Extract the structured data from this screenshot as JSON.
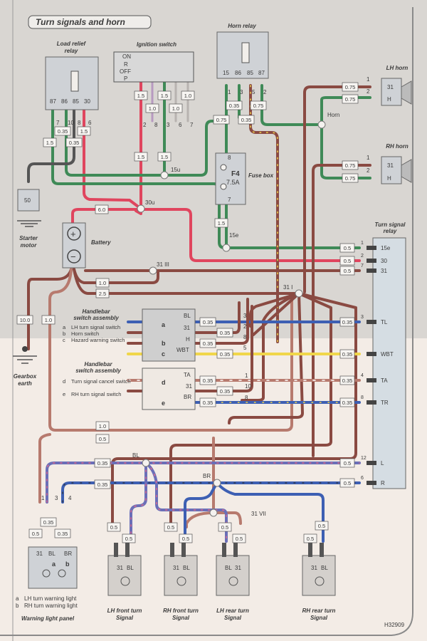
{
  "title": "Turn signals and horn",
  "figure_id": "H32909",
  "colors": {
    "red": "#e0455e",
    "green": "#3f8a57",
    "brown": "#8a4a42",
    "lightbrown": "#b77a6e",
    "blue": "#3d5fb3",
    "violet": "#b79ac0",
    "grey": "#b8b3b0",
    "yellow": "#f0d64a",
    "pink_dot": "#e06a8a"
  },
  "components": {
    "load_relief_relay": {
      "label": "Load relief relay",
      "terminals": [
        "87",
        "86",
        "85",
        "30"
      ],
      "pins": [
        "7",
        "10",
        "8",
        "6"
      ]
    },
    "ignition_switch": {
      "label": "Ignition switch",
      "positions": [
        "ON",
        "R",
        "OFF",
        "P"
      ],
      "pins": [
        "2",
        "8",
        "3",
        "6",
        "7"
      ]
    },
    "horn_relay": {
      "label": "Horn relay",
      "terminals": [
        "15",
        "86",
        "85",
        "87"
      ],
      "pins": [
        "1",
        "3",
        "5",
        "2"
      ]
    },
    "lh_horn": {
      "label": "LH horn",
      "pins": [
        "1",
        "2"
      ],
      "terminals": [
        "31",
        "H"
      ]
    },
    "rh_horn": {
      "label": "RH horn",
      "pins": [
        "1",
        "2"
      ],
      "terminals": [
        "31",
        "H"
      ]
    },
    "horn_junction": "Horn",
    "fuse_box": {
      "label": "Fuse box",
      "fuse": "F4",
      "rating": "7.5A",
      "pins": [
        "8",
        "7"
      ]
    },
    "starter_motor": {
      "label": "Starter motor",
      "terminal": "50"
    },
    "battery": {
      "label": "Battery",
      "plus": "+",
      "minus": "−"
    },
    "gearbox_earth": {
      "label": "Gearbox earth"
    },
    "turn_signal_relay": {
      "label": "Turn signal relay",
      "terminals": [
        {
          "pin": "1",
          "name": "15e",
          "gauge": "0.5"
        },
        {
          "pin": "2",
          "name": "30",
          "gauge": "0.5"
        },
        {
          "pin": "7",
          "name": "31",
          "gauge": "0.5"
        },
        {
          "pin": "3",
          "name": "TL",
          "gauge": "0.35"
        },
        {
          "pin": "",
          "name": "WBT",
          "gauge": "0.35"
        },
        {
          "pin": "4",
          "name": "TA",
          "gauge": "0.35"
        },
        {
          "pin": "8",
          "name": "TR",
          "gauge": "0.35"
        },
        {
          "pin": "12",
          "name": "L",
          "gauge": "0.5"
        },
        {
          "pin": "6",
          "name": "R",
          "gauge": "0.5"
        }
      ]
    },
    "handlebar_switch_1": {
      "label": "Handlebar switch assembly",
      "legend": [
        {
          "key": "a",
          "text": "LH turn signal switch"
        },
        {
          "key": "b",
          "text": "Horn switch"
        },
        {
          "key": "c",
          "text": "Hazard warning switch"
        }
      ],
      "terminals": [
        "BL",
        "31",
        "H",
        "WBT"
      ],
      "pins": [
        "3",
        "2",
        "8",
        "5"
      ]
    },
    "handlebar_switch_2": {
      "label": "Handlebar switch assembly",
      "legend": [
        {
          "key": "d",
          "text": "Turn signal cancel switch"
        },
        {
          "key": "e",
          "text": "RH turn signal switch"
        }
      ],
      "terminals": [
        "TA",
        "31",
        "BR"
      ],
      "pins": [
        "1",
        "10",
        "8"
      ]
    },
    "warning_light_panel": {
      "label": "Warning light panel",
      "pins": [
        "1",
        "3",
        "4"
      ],
      "terminals": [
        "31",
        "BL",
        "BR"
      ],
      "lamps": [
        "a",
        "b"
      ],
      "legend": [
        {
          "key": "a",
          "text": "LH turn warning light"
        },
        {
          "key": "b",
          "text": "RH turn warning light"
        }
      ]
    },
    "lh_front_turn": {
      "label": "LH front turn Signal",
      "terminals": [
        "31",
        "BL"
      ]
    },
    "rh_front_turn": {
      "label": "RH front turn Signal",
      "terminals": [
        "31",
        "BL"
      ]
    },
    "lh_rear_turn": {
      "label": "LH rear turn Signal",
      "terminals": [
        "BL",
        "31"
      ]
    },
    "rh_rear_turn": {
      "label": "RH rear turn Signal",
      "terminals": [
        "31",
        "BL"
      ]
    }
  },
  "junctions": [
    "15u",
    "30u",
    "15e",
    "31 III",
    "31 I",
    "31 VII",
    "BL",
    "BR",
    "Horn"
  ],
  "gauges": {
    "load_relief": [
      "1.5",
      "0.35",
      "0.35",
      "1.5"
    ],
    "ignition_upper": [
      "1.5",
      "1.0",
      "1.5",
      "1.0",
      "1.0"
    ],
    "ignition_lower": [
      "1.5",
      "1.5"
    ],
    "horn_relay": [
      "0.75",
      "0.35",
      "0.35",
      "0.75"
    ],
    "horns": [
      "0.75",
      "0.75",
      "0.75",
      "0.75"
    ],
    "fuse_out": "1.5",
    "battery_plus": "6.0",
    "battery_neg": [
      "1.0",
      "2.5",
      "10.0",
      "1.0"
    ],
    "hb1_left": [
      "0.35",
      "0.35",
      "0.35",
      "0.35"
    ],
    "hb2_left": [
      "0.35",
      "0.35",
      "0.35"
    ],
    "lower_bus": [
      "1.0",
      "0.5",
      "0.35",
      "0.35"
    ],
    "panel": [
      "0.35",
      "0.5",
      "0.35"
    ],
    "lamps": [
      "0.5",
      "0.5",
      "0.5",
      "0.5",
      "0.5",
      "0.5",
      "0.5",
      "0.5"
    ],
    "starter": "50"
  }
}
